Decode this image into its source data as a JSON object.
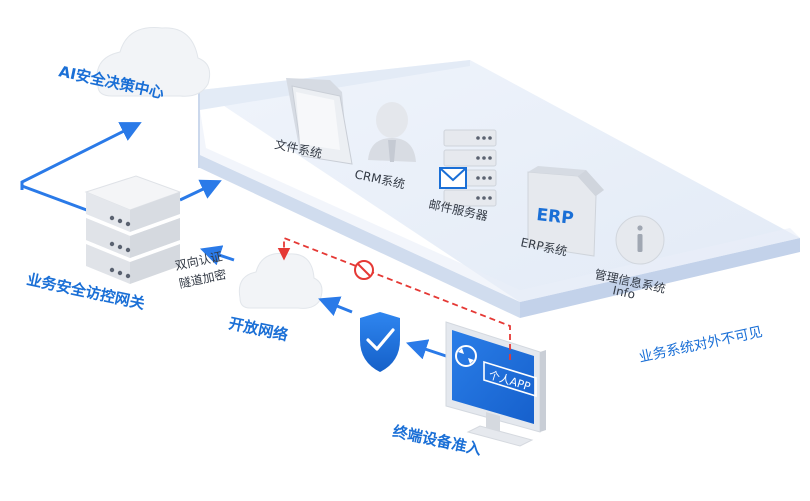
{
  "labels": {
    "ai_center": "AI安全决策中心",
    "gateway": "业务安全访控网关",
    "open_network": "开放网络",
    "auth_line1": "双向认证",
    "auth_line2": "隧道加密",
    "terminal_access": "终端设备准入",
    "invisible": "业务系统对外不可见",
    "personal_app": "个人APP"
  },
  "systems": [
    {
      "name": "文件系统",
      "icon": "folder-icon"
    },
    {
      "name": "CRM系统",
      "icon": "user-icon"
    },
    {
      "name": "邮件服务器",
      "icon": "mail-server-icon"
    },
    {
      "name": "ERP系统",
      "icon": "erp-box-icon",
      "icon_text": "ERP"
    },
    {
      "name_line1": "管理信息系统",
      "name_line2": "Info",
      "icon": "info-icon"
    }
  ],
  "colors": {
    "accent_blue": "#1a6fd6",
    "arrow_blue": "#2a7ae8",
    "blocked_red": "#e53935",
    "platform_top": "#e8eef8",
    "platform_front": "#d5e0f0",
    "platform_side": "#c3d2ea",
    "cloud": "#f2f4f7"
  }
}
